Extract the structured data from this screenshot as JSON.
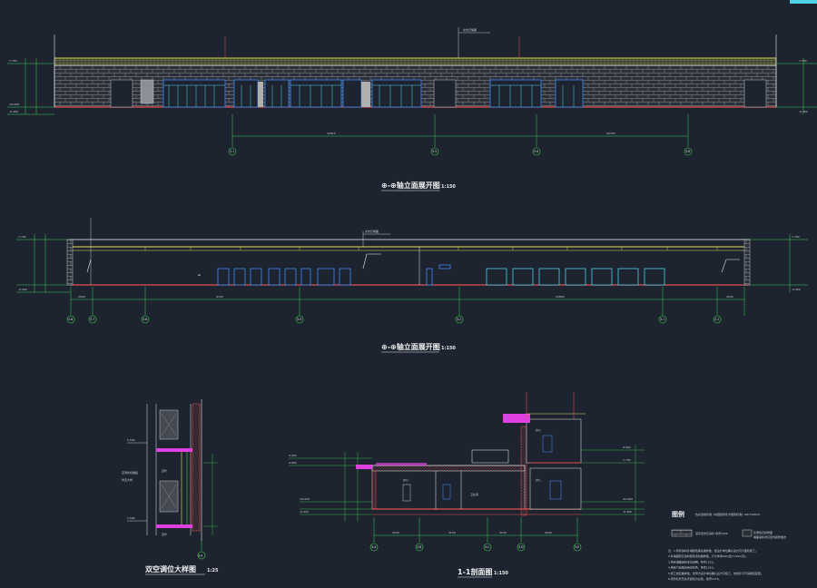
{
  "drawing": {
    "elev1_title": "⊕-⊕轴立面展开图",
    "elev1_scale": "1:150",
    "elev2_title": "⊕-⊕轴立面展开图",
    "elev2_scale": "1:150",
    "detail_title": "双空调位大样图",
    "detail_scale": "1:25",
    "section_title": "1-1剖面图",
    "section_scale": "1:150"
  },
  "legend": {
    "heading": "图例",
    "line1": "色彩选用标准《中国建筑色卡国家标准》GB/T18922-",
    "swatch_text": "深灰色仿石涂料   色号1056",
    "swatch_note1": "灰黄色石材饰面",
    "swatch_note2": "墙面涂料详见室内装修做法",
    "notes": [
      "注：1.所有涂料外墙颜色需先做样板，经设计单位确认后方可大面积施工。",
      "2.外墙面砖及涂料颜色须先做样板，尺寸参考600(宽)*1200(高)。",
      "3.所有墙面涂料详见说明，色号1263。",
      "4.所有门窗框采用深灰色，色号1263。",
      "5.施工前应做样板，经甲方设计单位确认后方可施工，未经许可不得擅自变更。",
      "6.所有栏杆及扶手颜色为白色，色号1276。"
    ]
  },
  "axes": {
    "elev1": [
      "3-1",
      "3-5",
      "3-6",
      "3-8"
    ],
    "elev2": [
      "3-8",
      "3-7",
      "3-6",
      "3-5",
      "3-2",
      "3-1",
      "3-1"
    ],
    "section": [
      "3-A",
      "3-B",
      "3-C",
      "3-D",
      "3-E"
    ],
    "detail": "3-A"
  },
  "dims": {
    "elev1": [
      "32913",
      "29703"
    ],
    "elev2": [
      "2000",
      "9700",
      "22800",
      "3200"
    ],
    "section": [
      "2100",
      "3150",
      "3100",
      "4200"
    ]
  },
  "levels": {
    "left_top": "7.700",
    "left_mid": "±0.000",
    "left_bot": "-0.450",
    "right_top": "7.700",
    "right_bot": "-0.450"
  },
  "colors": {
    "background": "#1d2430",
    "wall_red": "#e05050",
    "window_blue": "#3a7fe0",
    "cyan": "#4fd2e8",
    "yellow": "#e8e05a",
    "green": "#3ecf4a",
    "magenta": "#e040e0",
    "white": "#e8e8e8"
  }
}
